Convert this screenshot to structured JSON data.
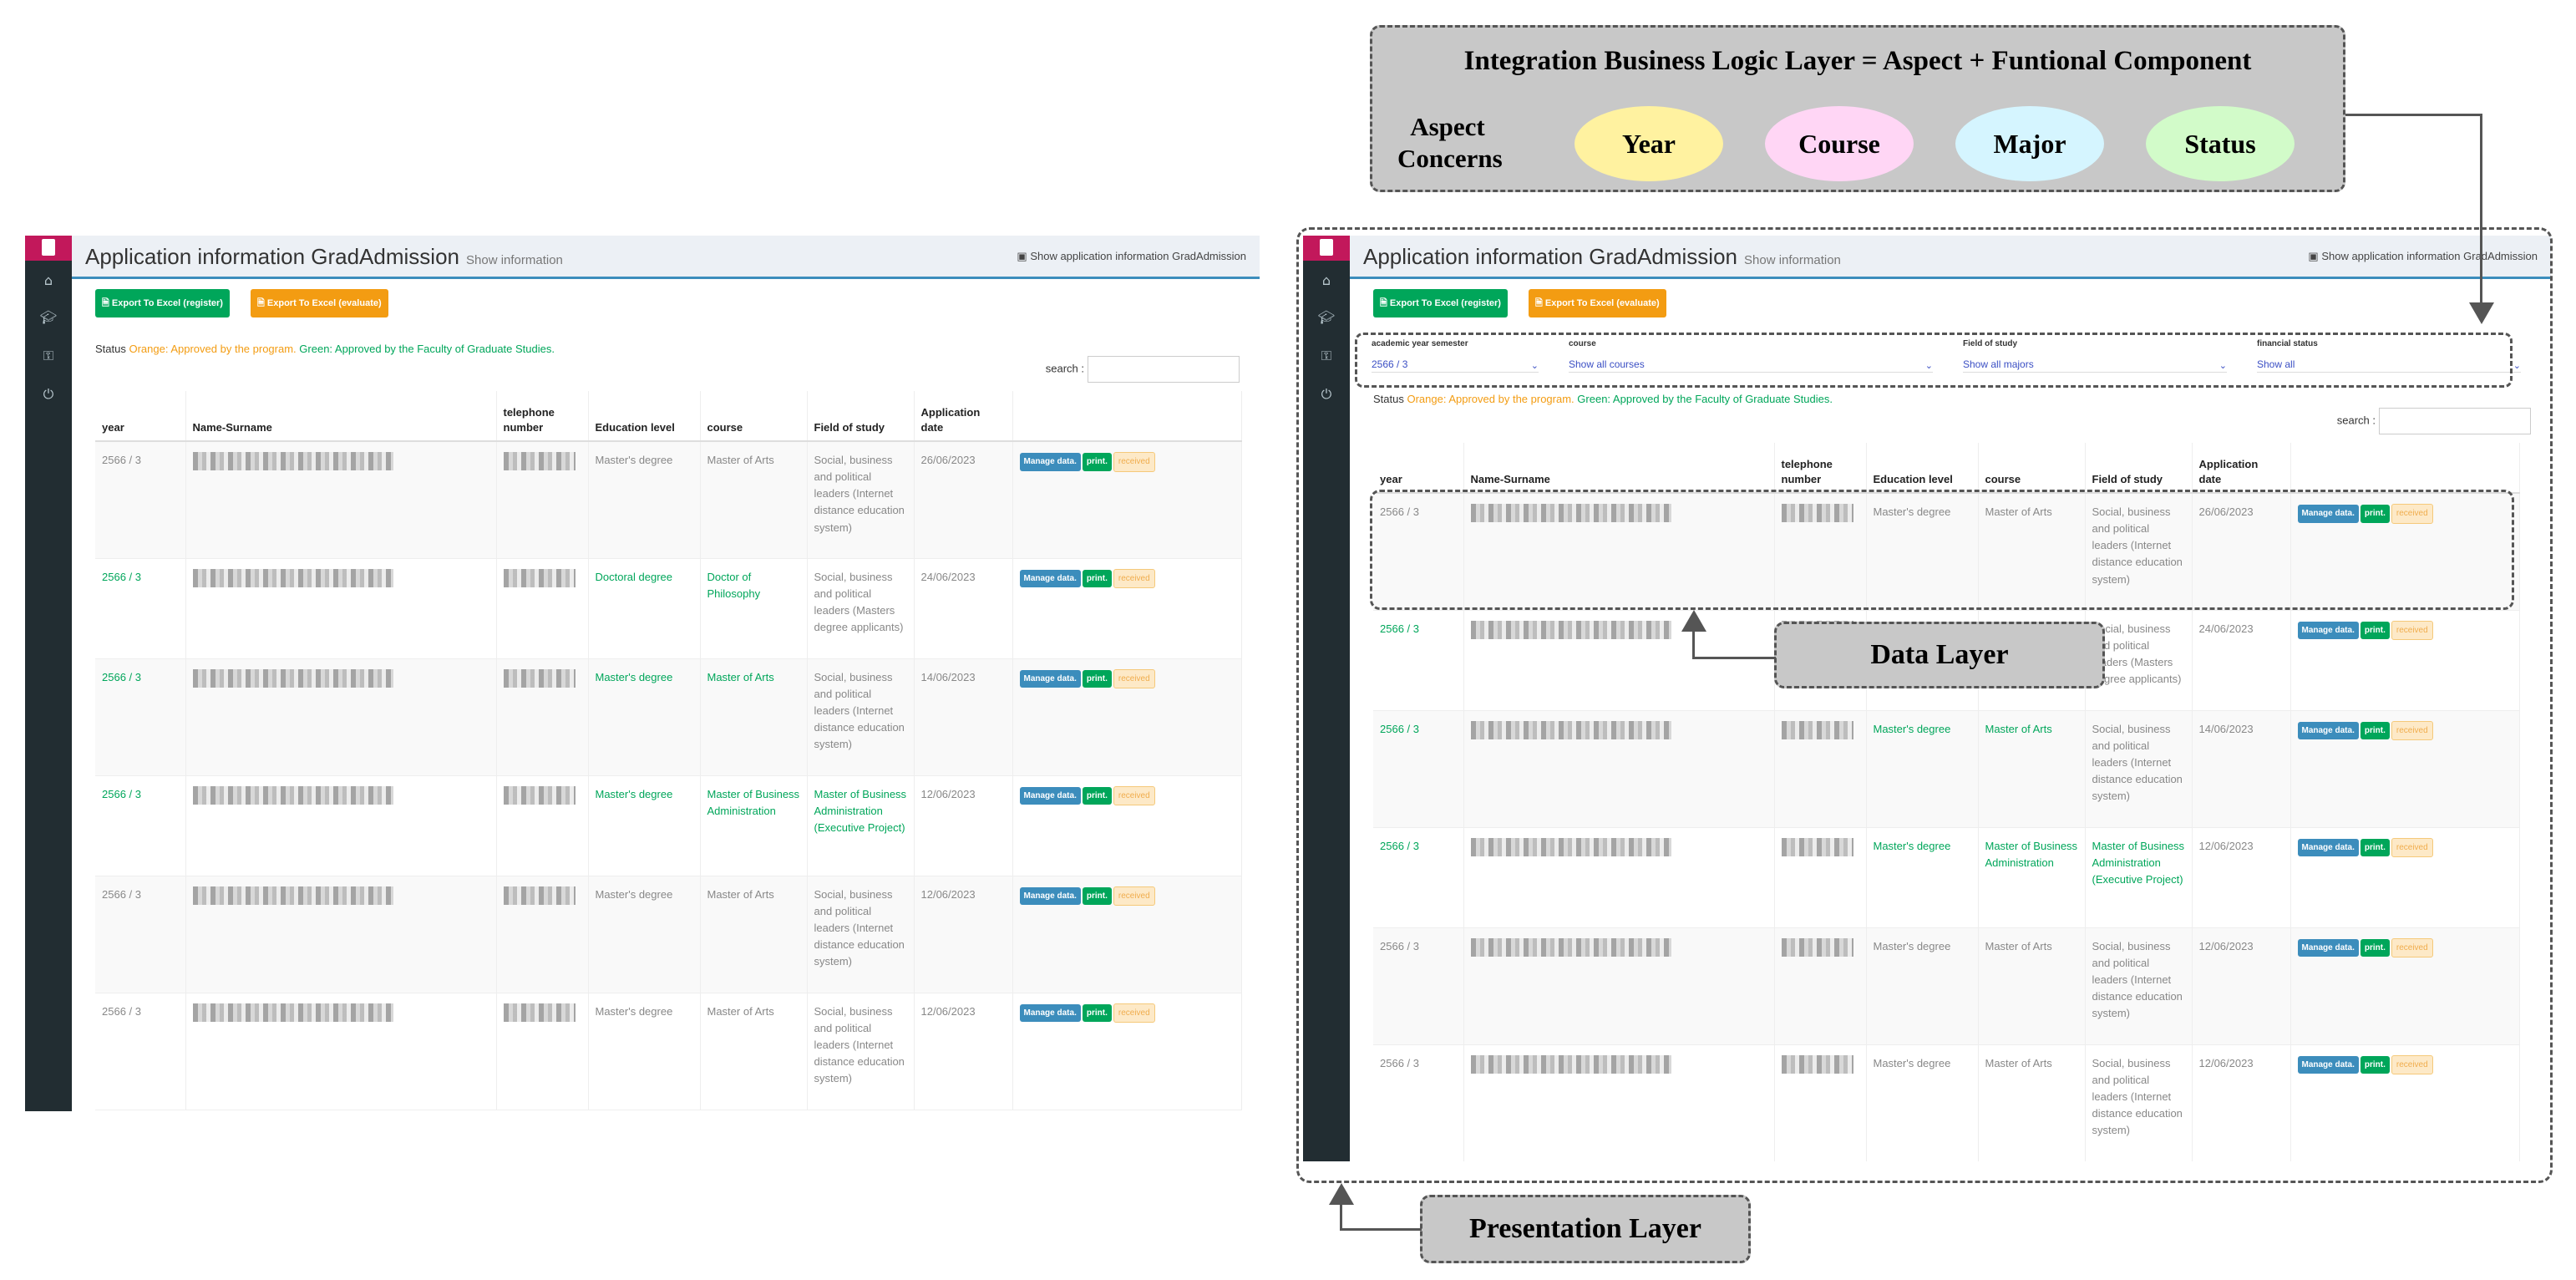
{
  "app": {
    "title": "Application information GradAdmission",
    "subtitle": "Show information",
    "header_right": "Show application information GradAdmission",
    "export_register": "Export To Excel (register)",
    "export_evaluate": "Export To Excel (evaluate)",
    "status": {
      "prefix": "Status",
      "orange": "Orange: Approved by the program.",
      "green": "Green: Approved by the Faculty of Graduate Studies."
    },
    "search_label": "search :",
    "filters": [
      {
        "label": "academic year semester",
        "value": "2566 / 3"
      },
      {
        "label": "course",
        "value": "Show all courses"
      },
      {
        "label": "Field of study",
        "value": "Show all majors"
      },
      {
        "label": "financial status",
        "value": "Show all"
      }
    ],
    "columns": [
      "year",
      "Name-Surname",
      "telephone number",
      "Education level",
      "course",
      "Field of study",
      "Application date",
      ""
    ],
    "actions": {
      "manage": "Manage data.",
      "print": "print.",
      "received": "received"
    },
    "rows": [
      {
        "year": "2566 / 3",
        "level": "Master's degree",
        "course": "Master of Arts",
        "field": "Social, business and political leaders (Internet distance education system)",
        "date": "26/06/2023"
      },
      {
        "year": "2566 / 3",
        "level": "Doctoral degree",
        "course": "Doctor of Philosophy",
        "field": "Social, business and political leaders (Masters degree applicants)",
        "date": "24/06/2023"
      },
      {
        "year": "2566 / 3",
        "level": "Master's degree",
        "course": "Master of Arts",
        "field": "Social, business and political leaders (Internet distance education system)",
        "date": "14/06/2023"
      },
      {
        "year": "2566 / 3",
        "level": "Master's degree",
        "course": "Master of Business Administration",
        "field": "Master of Business Administration (Executive Project)",
        "date": "12/06/2023"
      },
      {
        "year": "2566 / 3",
        "level": "Master's degree",
        "course": "Master of Arts",
        "field": "Social, business and political leaders (Internet distance education system)",
        "date": "12/06/2023"
      },
      {
        "year": "2566 / 3",
        "level": "Master's degree",
        "course": "Master of Arts",
        "field": "Social, business and political leaders (Internet distance education system)",
        "date": "12/06/2023"
      }
    ]
  },
  "diagram": {
    "integration_title": "Integration Business Logic Layer = Aspect + Funtional Component",
    "aspect_label_1": "Aspect",
    "aspect_label_2": "Concerns",
    "aspects": [
      "Year",
      "Course",
      "Major",
      "Status"
    ],
    "data_layer": "Data Layer",
    "presentation_layer": "Presentation Layer",
    "colors": {
      "year": "#fff2a0",
      "course": "#ffd6f5",
      "major": "#d5f5ff",
      "status": "#d2fbc9",
      "box": "#c8c8c8"
    }
  }
}
